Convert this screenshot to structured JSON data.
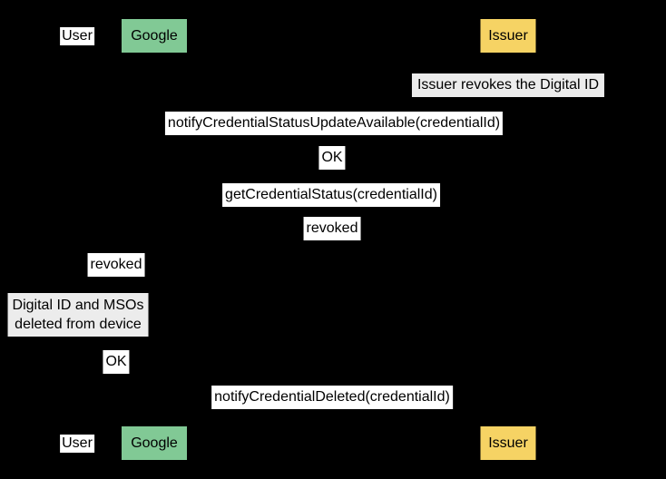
{
  "diagram": {
    "kind": "sequence-diagram",
    "background_color": "#000000",
    "colors": {
      "google_actor_fill": "#81C995",
      "issuer_actor_fill": "#F6D364",
      "user_label_fill": "#FFFFFF",
      "message_label_fill": "#FFFFFF",
      "note_fill": "#ECECEC",
      "text": "#000000"
    },
    "actors": [
      {
        "id": "user",
        "label": "User"
      },
      {
        "id": "google",
        "label": "Google"
      },
      {
        "id": "issuer",
        "label": "Issuer"
      }
    ],
    "notes": [
      {
        "text": "Issuer revokes the Digital ID",
        "over": "issuer"
      },
      {
        "text": "Digital ID and MSOs deleted from device",
        "lines": [
          "Digital ID and MSOs",
          "deleted from device"
        ],
        "over": "user"
      }
    ],
    "messages": [
      {
        "label": "notifyCredentialStatusUpdateAvailable(credentialId)",
        "between": [
          "google",
          "issuer"
        ]
      },
      {
        "label": "OK",
        "between": [
          "google",
          "issuer"
        ]
      },
      {
        "label": "getCredentialStatus(credentialId)",
        "between": [
          "google",
          "issuer"
        ]
      },
      {
        "label": "revoked",
        "between": [
          "google",
          "issuer"
        ]
      },
      {
        "label": "revoked",
        "between": [
          "user",
          "google"
        ]
      },
      {
        "label": "OK",
        "between": [
          "user",
          "google"
        ]
      },
      {
        "label": "notifyCredentialDeleted(credentialId)",
        "between": [
          "google",
          "issuer"
        ]
      }
    ]
  }
}
